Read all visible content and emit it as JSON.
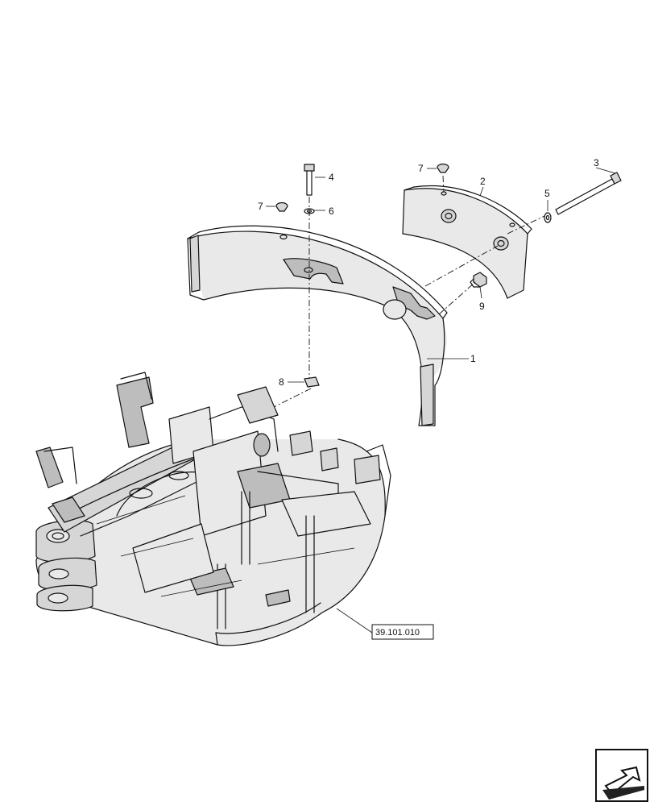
{
  "diagram": {
    "callouts": [
      {
        "id": "c1",
        "text": "1"
      },
      {
        "id": "c2",
        "text": "2"
      },
      {
        "id": "c3",
        "text": "3"
      },
      {
        "id": "c4",
        "text": "4"
      },
      {
        "id": "c5",
        "text": "5"
      },
      {
        "id": "c6",
        "text": "6"
      },
      {
        "id": "c7a",
        "text": "7"
      },
      {
        "id": "c7b",
        "text": "7"
      },
      {
        "id": "c8",
        "text": "8"
      },
      {
        "id": "c9",
        "text": "9"
      }
    ],
    "reference_box": "39.101.010",
    "nav_icon": "arrow-back-icon"
  }
}
